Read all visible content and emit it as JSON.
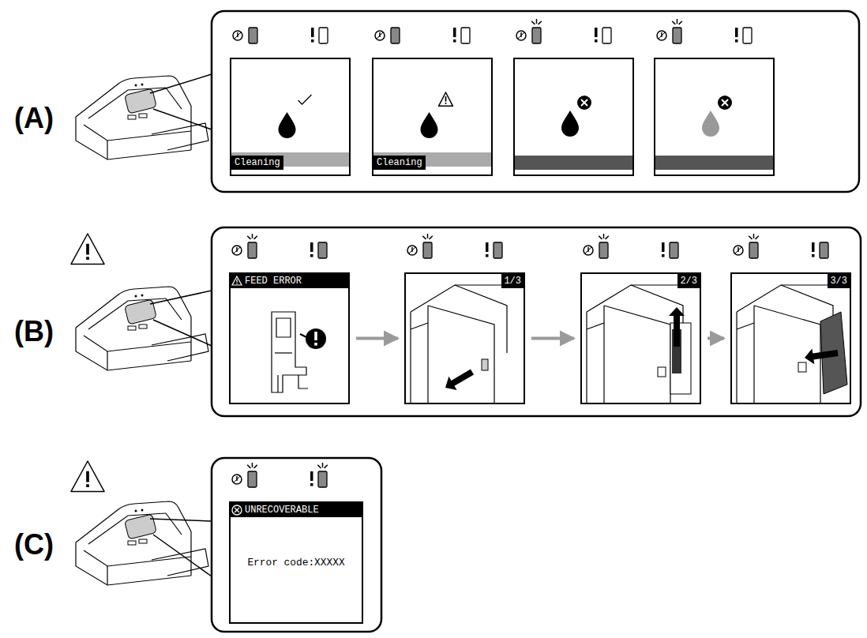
{
  "diagram": {
    "nodes": [
      {
        "text": [
          "Cleaning"
        ]
      },
      {
        "text": [
          "Cleaning"
        ]
      },
      {
        "text": [
          "FEED ERROR"
        ]
      },
      {
        "text": [
          "1/3"
        ]
      },
      {
        "text": [
          "2/3"
        ]
      },
      {
        "text": [
          "3/3"
        ]
      },
      {
        "text": [
          "UNRECOVERABLE",
          "Error code:XXXXX"
        ]
      }
    ],
    "edges": [
      {
        "from": 2,
        "to": 3,
        "arrow": "to"
      },
      {
        "from": 3,
        "to": 4,
        "arrow": "to"
      },
      {
        "from": 4,
        "to": 5,
        "arrow": "to"
      }
    ],
    "labels": [
      "(A)",
      "(B)",
      "(C)"
    ]
  }
}
